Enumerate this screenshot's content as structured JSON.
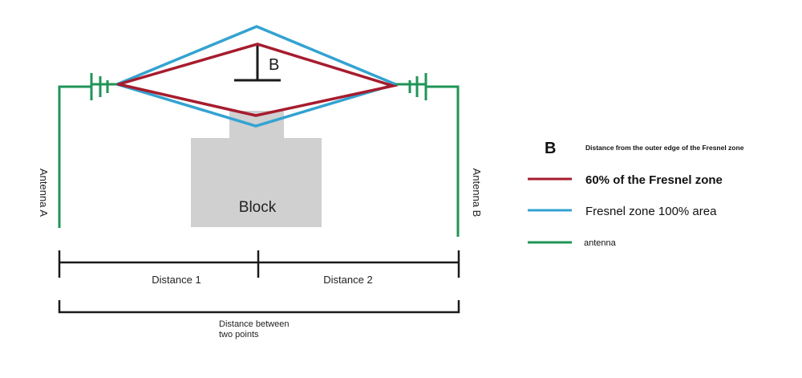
{
  "diagram": {
    "block_label": "Block",
    "b_marker": "B",
    "antenna_a": "Antenna A",
    "antenna_b": "Antenna B",
    "distance_1": "Distance 1",
    "distance_2": "Distance 2",
    "distance_total_line1": "Distance between",
    "distance_total_line2": "two points"
  },
  "legend": {
    "items": [
      {
        "symbol": "B",
        "label": "Distance from the outer edge of the Fresnel zone"
      },
      {
        "label": "60% of the Fresnel zone",
        "color": "#a61c2e"
      },
      {
        "label": "Fresnel zone 100% area",
        "color": "#33a3d1"
      },
      {
        "label": "antenna",
        "color": "#1f9457"
      }
    ]
  },
  "colors": {
    "fresnel_60": "#a61c2e",
    "fresnel_100": "#33a3d1",
    "antenna": "#1f9457",
    "block": "#d0d0d0",
    "dimension": "#1a1a1a"
  }
}
